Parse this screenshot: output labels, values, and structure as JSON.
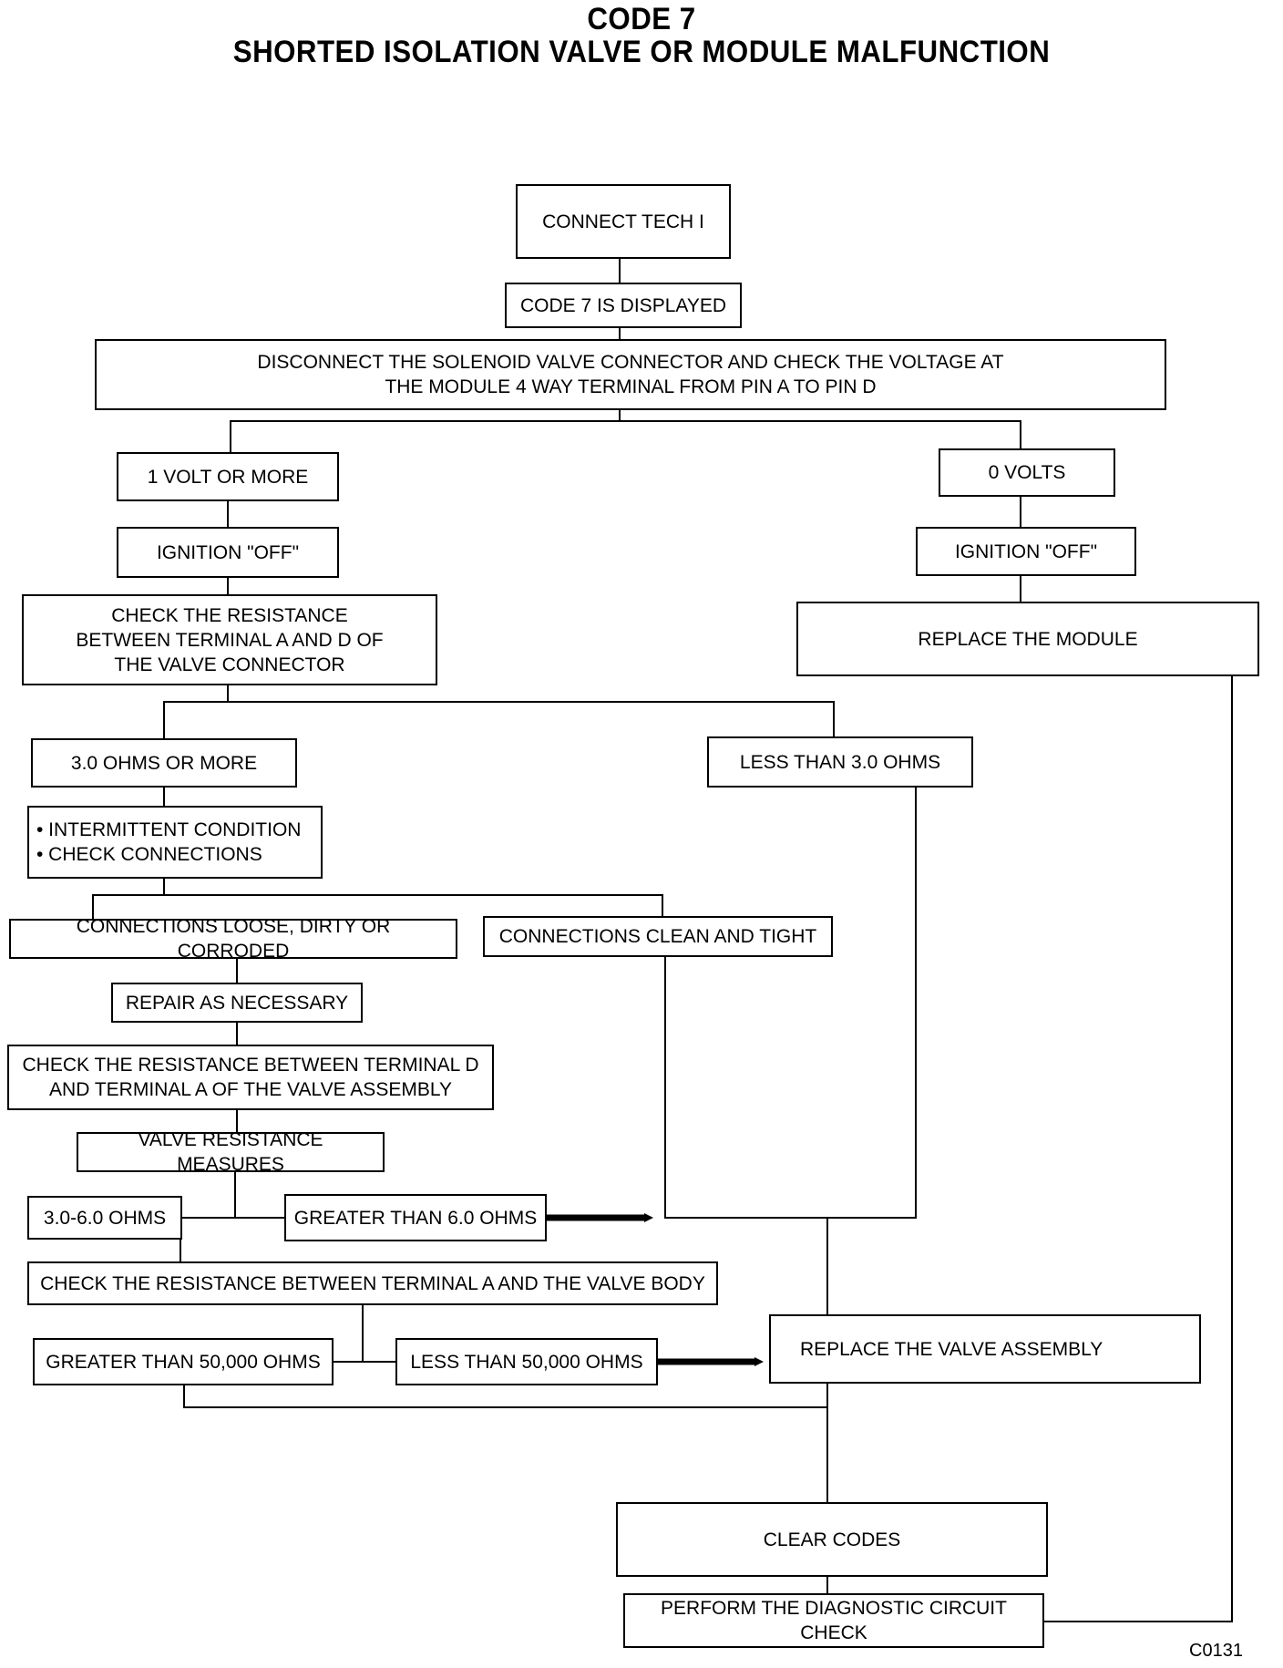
{
  "title_line1": "CODE 7",
  "title_line2": "SHORTED ISOLATION VALVE OR MODULE MALFUNCTION",
  "nodes": {
    "connect": "CONNECT TECH I",
    "code_displayed": "CODE 7 IS DISPLAYED",
    "disconnect": "DISCONNECT THE SOLENOID VALVE CONNECTOR AND CHECK THE VOLTAGE AT\nTHE MODULE 4 WAY TERMINAL FROM PIN A TO PIN D",
    "one_volt": "1 VOLT OR MORE",
    "zero_volts": "0 VOLTS",
    "ign_off_left": "IGNITION \"OFF\"",
    "ign_off_right": "IGNITION \"OFF\"",
    "check_res_ad": "CHECK THE RESISTANCE\nBETWEEN TERMINAL A AND D OF\nTHE VALVE CONNECTOR",
    "replace_module": "REPLACE THE MODULE",
    "ohms_3_more": "3.0 OHMS OR MORE",
    "less_3": "LESS THAN 3.0 OHMS",
    "intermittent": "• INTERMITTENT CONDITION\n• CHECK CONNECTIONS",
    "loose": "CONNECTIONS LOOSE, DIRTY OR CORRODED",
    "clean": "CONNECTIONS CLEAN AND TIGHT",
    "repair": "REPAIR AS NECESSARY",
    "check_res_da": "CHECK THE RESISTANCE BETWEEN TERMINAL D\nAND TERMINAL A OF THE VALVE ASSEMBLY",
    "valve_measures": "VALVE RESISTANCE MEASURES",
    "ohms_3_6": "3.0-6.0 OHMS",
    "greater_6": "GREATER THAN 6.0 OHMS",
    "check_body": "CHECK THE RESISTANCE BETWEEN TERMINAL A AND THE VALVE BODY",
    "greater_50k": "GREATER THAN 50,000 OHMS",
    "less_50k": "LESS THAN 50,000 OHMS",
    "replace_valve": "REPLACE THE VALVE ASSEMBLY",
    "clear_codes": "CLEAR CODES",
    "perform_check": "PERFORM THE DIAGNOSTIC CIRCUIT CHECK"
  },
  "figure_code": "C0131",
  "colors": {
    "line": "#000000",
    "background": "#ffffff"
  }
}
